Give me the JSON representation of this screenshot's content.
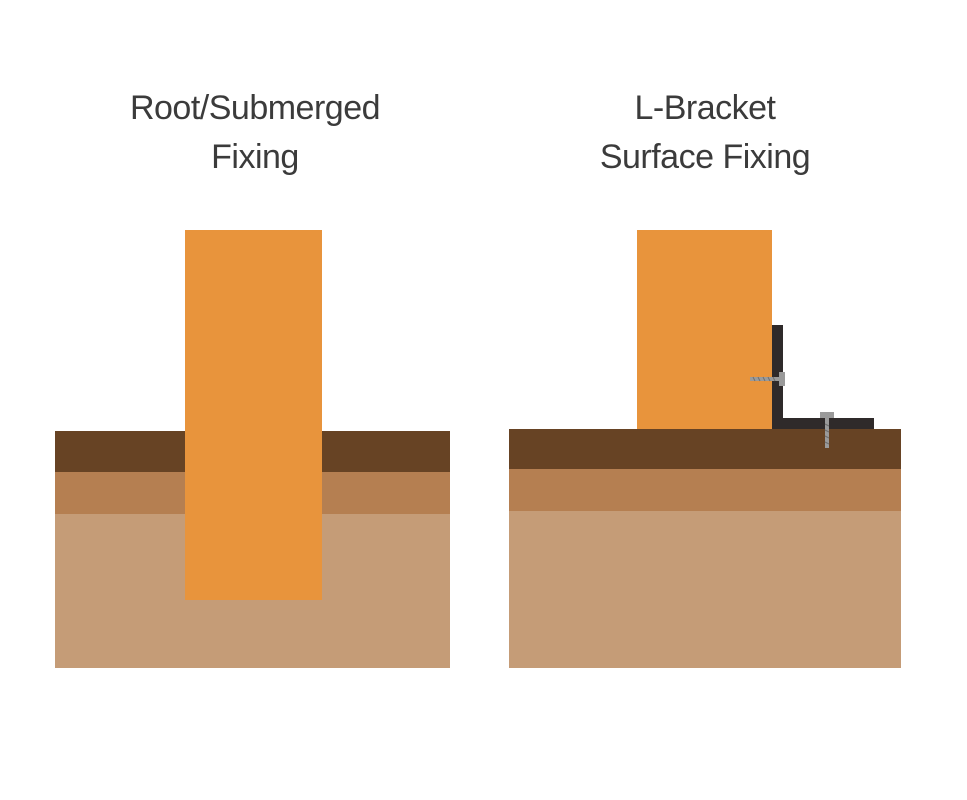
{
  "panels": [
    {
      "title_line1": "Root/Submerged",
      "title_line2": "Fixing"
    },
    {
      "title_line1": "L-Bracket",
      "title_line2": "Surface Fixing"
    }
  ],
  "colors": {
    "post": "#e8943c",
    "topsoil": "#674324",
    "mid_soil": "#b57f51",
    "deep_soil": "#c59c77",
    "bracket": "#2f2a2a",
    "screw": "#9a9a9a"
  }
}
